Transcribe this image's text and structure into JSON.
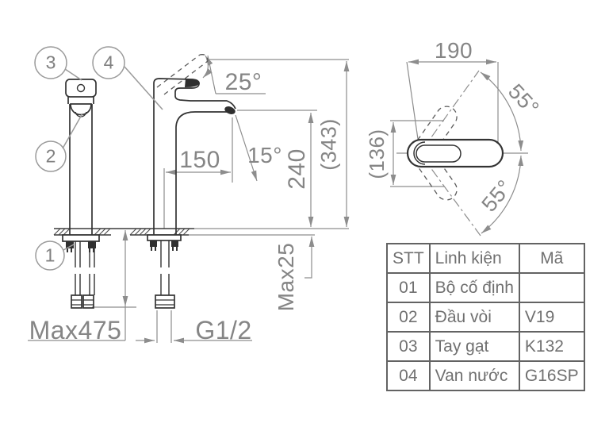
{
  "drawing": {
    "callouts": {
      "n1": "1",
      "n2": "2",
      "n3": "3",
      "n4": "4"
    },
    "dimensions": {
      "handle_open_angle": "25°",
      "spout_reach": "150",
      "spout_tilt_angle": "15°",
      "spout_height": "240",
      "overall_height": "(343)",
      "deck_thickness_max": "Max25",
      "hose_length_max": "Max475",
      "thread_size": "G1/2",
      "handle_length_top": "190",
      "handle_width_top": "(136)",
      "handle_swing_upper": "55°",
      "handle_swing_lower": "55°"
    }
  },
  "parts_table": {
    "headers": [
      "STT",
      "Linh kiện",
      "Mã"
    ],
    "rows": [
      {
        "stt": "01",
        "name": "Bộ cố định",
        "code": ""
      },
      {
        "stt": "02",
        "name": "Đầu vòi",
        "code": "V19"
      },
      {
        "stt": "03",
        "name": "Tay gạt",
        "code": "K132"
      },
      {
        "stt": "04",
        "name": "Van nước",
        "code": "G16SP"
      }
    ]
  },
  "colors": {
    "outline": "#333333",
    "dimension_lines": "#8d8d8d",
    "dimension_text": "#858585",
    "table_border": "#636363",
    "table_text": "#707070"
  }
}
